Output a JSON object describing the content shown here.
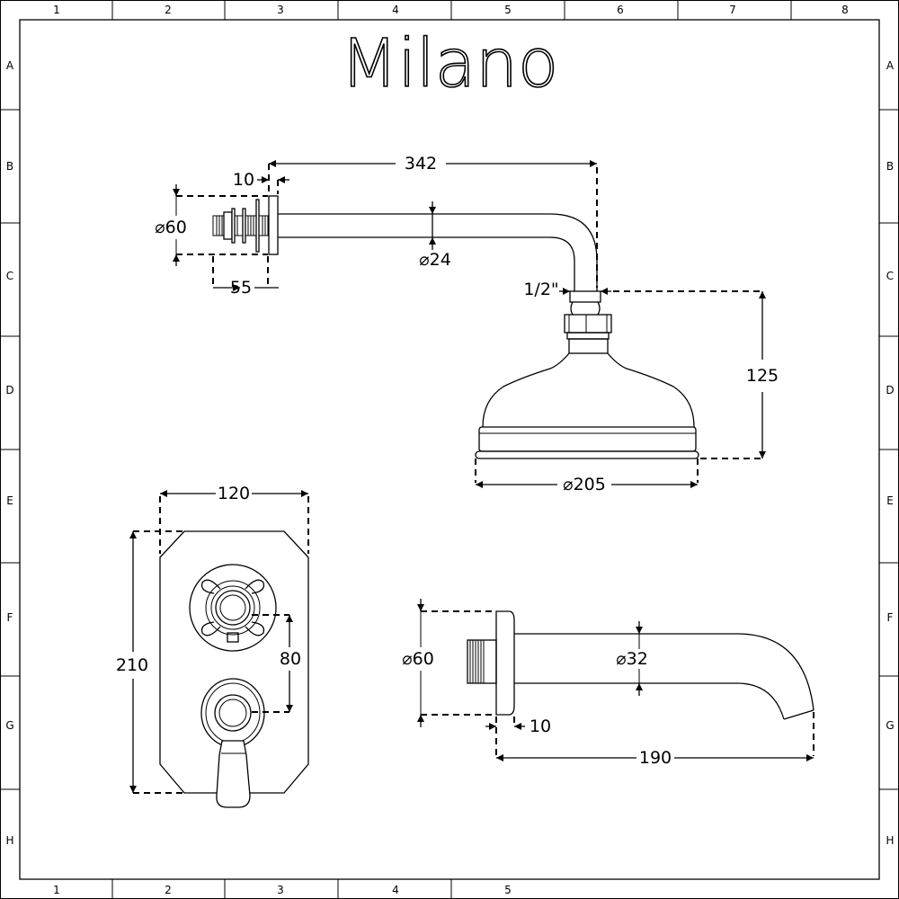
{
  "logo": "Milano",
  "grid": {
    "columns": [
      "1",
      "2",
      "3",
      "4",
      "5",
      "6",
      "7",
      "8"
    ],
    "rows": [
      "A",
      "B",
      "C",
      "D",
      "E",
      "F",
      "G",
      "H"
    ]
  },
  "shower_arm": {
    "length": "342",
    "plate_depth": "10",
    "plate_diameter": "⌀60",
    "thread_length": "55",
    "pipe_diameter": "⌀24",
    "connection": "1/2\""
  },
  "shower_head": {
    "height": "125",
    "diameter": "⌀205"
  },
  "valve": {
    "width": "120",
    "height": "210",
    "handle_spacing": "80"
  },
  "spout": {
    "plate_diameter": "⌀60",
    "pipe_diameter": "⌀32",
    "plate_depth": "10",
    "length": "190"
  }
}
